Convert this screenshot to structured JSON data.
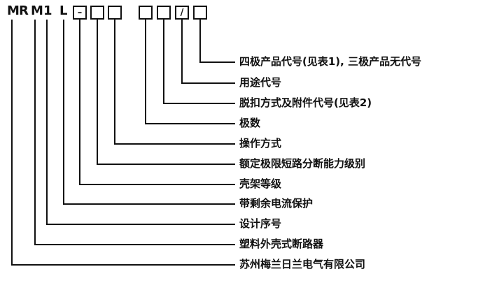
{
  "colors": {
    "line": "#111111",
    "text": "#111111",
    "background": "#ffffff"
  },
  "code": {
    "letters": [
      "M",
      "R",
      "M",
      "1",
      "L"
    ],
    "boxes": [
      "–",
      "",
      "",
      "",
      "",
      "/",
      ""
    ]
  },
  "labels": [
    "四极产品代号(见表1), 三极产品无代号",
    "用途代号",
    "脱扣方式及附件代号(见表2)",
    "极数",
    "操作方式",
    "额定极限短路分断能力级别",
    "壳架等级",
    "带剩余电流保护",
    "设计序号",
    "塑料外壳式断路器",
    "苏州梅兰日兰电气有限公司"
  ]
}
